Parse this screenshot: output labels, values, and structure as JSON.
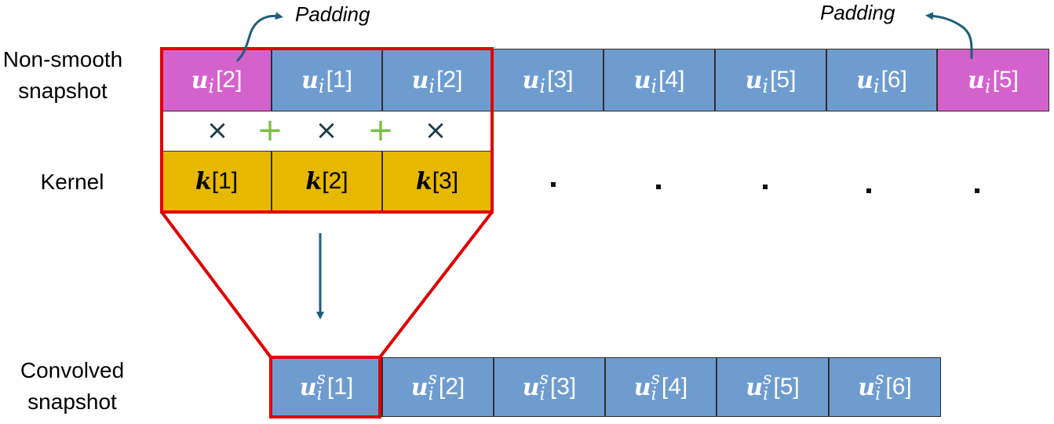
{
  "labels": {
    "nonsmooth": [
      "Non-smooth",
      "snapshot"
    ],
    "kernel": "Kernel",
    "convolved": [
      "Convolved",
      "snapshot"
    ],
    "padding_left": "Padding",
    "padding_right": "Padding"
  },
  "symbols": {
    "u": "u",
    "i": "i",
    "s": "s",
    "k": "k"
  },
  "snapshot_cells": [
    {
      "index": "[2]",
      "type": "padding"
    },
    {
      "index": "[1]",
      "type": "data"
    },
    {
      "index": "[2]",
      "type": "data"
    },
    {
      "index": "[3]",
      "type": "data"
    },
    {
      "index": "[4]",
      "type": "data"
    },
    {
      "index": "[5]",
      "type": "data"
    },
    {
      "index": "[6]",
      "type": "data"
    },
    {
      "index": "[5]",
      "type": "padding"
    }
  ],
  "kernel_cells": [
    "[1]",
    "[2]",
    "[3]"
  ],
  "operators": [
    "×",
    "+",
    "×",
    "+",
    "×"
  ],
  "convolved_cells": [
    "[1]",
    "[2]",
    "[3]",
    "[4]",
    "[5]",
    "[6]"
  ],
  "colors": {
    "data_cell": "#6f9ccf",
    "padding_cell": "#d462cc",
    "kernel_cell": "#e6b800",
    "highlight": "#e00000",
    "arrow": "#1f5f7a",
    "plus": "#77c043"
  }
}
